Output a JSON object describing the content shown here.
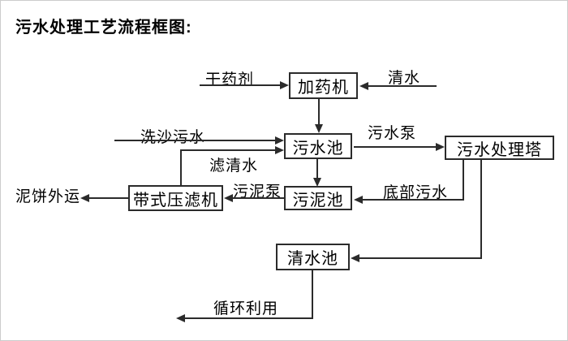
{
  "title": "污水处理工艺流程框图:",
  "nodes": {
    "dosing_machine": "加药机",
    "sewage_pool": "污水池",
    "treatment_tower": "污水处理塔",
    "sludge_pool": "污泥池",
    "belt_filter_press": "带式压滤机",
    "clean_water_pool": "清水池"
  },
  "flow_labels": {
    "dry_agent": "干药剂",
    "clean_water": "清水",
    "sand_wash_sewage": "洗沙污水",
    "filtered_water": "滤清水",
    "sewage_pump": "污水泵",
    "sludge_pump": "污泥泵",
    "bottom_sewage": "底部污水",
    "mud_cake_outbound": "泥饼外运",
    "recycling": "循环利用"
  },
  "colors": {
    "line": "#2b2b2b",
    "text": "#000000",
    "canvas": "#ffffff",
    "frame": "#cccccc"
  }
}
